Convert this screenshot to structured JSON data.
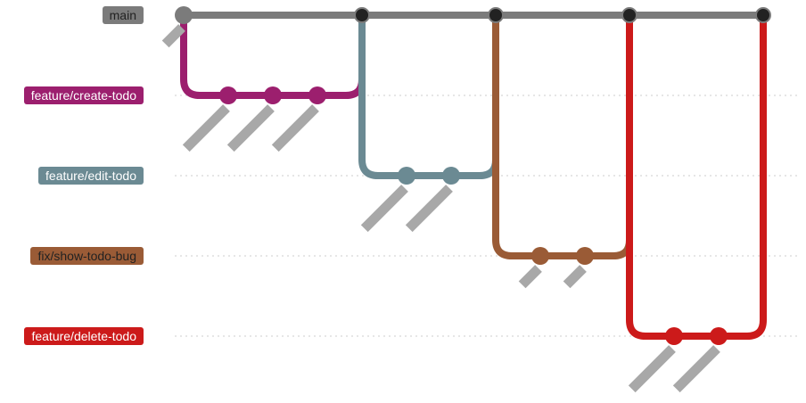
{
  "branches": [
    {
      "id": "main",
      "label": "main",
      "color": "#7b7b7b",
      "text_color": "#222222"
    },
    {
      "id": "create",
      "label": "feature/create-todo",
      "color": "#9c1f6e",
      "text_color": "#ffffff"
    },
    {
      "id": "edit",
      "label": "feature/edit-todo",
      "color": "#6b8a93",
      "text_color": "#ffffff"
    },
    {
      "id": "fix",
      "label": "fix/show-todo-bug",
      "color": "#9a5b36",
      "text_color": "#222222"
    },
    {
      "id": "delete",
      "label": "feature/delete-todo",
      "color": "#cc1a1a",
      "text_color": "#ffffff"
    }
  ],
  "commits": [
    {
      "branch": "main",
      "merge": false
    },
    {
      "branch": "create",
      "merge": false
    },
    {
      "branch": "create",
      "merge": false
    },
    {
      "branch": "create",
      "merge": false
    },
    {
      "branch": "main",
      "merge": true
    },
    {
      "branch": "edit",
      "merge": false
    },
    {
      "branch": "edit",
      "merge": false
    },
    {
      "branch": "main",
      "merge": true
    },
    {
      "branch": "fix",
      "merge": false
    },
    {
      "branch": "fix",
      "merge": false
    },
    {
      "branch": "main",
      "merge": true
    },
    {
      "branch": "delete",
      "merge": false
    },
    {
      "branch": "delete",
      "merge": false
    },
    {
      "branch": "main",
      "merge": true
    }
  ],
  "commit_tags": [
    {
      "size": "short"
    },
    {
      "size": "long"
    },
    {
      "size": "long"
    },
    {
      "size": "long"
    },
    {
      "size": "long"
    },
    {
      "size": "long"
    },
    {
      "size": "short"
    },
    {
      "size": "short"
    },
    {
      "size": "long"
    },
    {
      "size": "long"
    }
  ],
  "colors": {
    "background": "#ffffff",
    "grid": "#dddddd",
    "merge_fill": "#222222",
    "tag": "#a8a8a8"
  }
}
